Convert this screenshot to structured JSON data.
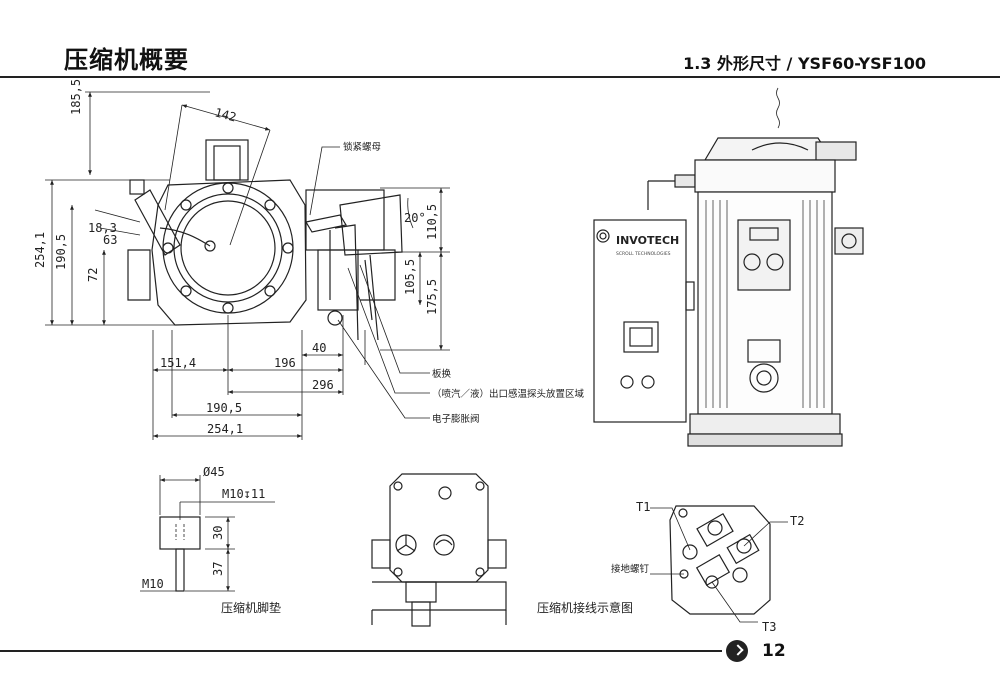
{
  "header": {
    "page_title": "压缩机概要",
    "section_title": "1.3 外形尺寸 / YSF60-YSF100"
  },
  "front_view": {
    "dims": {
      "d185_5": "185,5",
      "d142": "142",
      "d254_1_left": "254,1",
      "d190_5_left": "190,5",
      "d72": "72",
      "d18_3": "18,3",
      "d63": "63",
      "d151_4": "151,4",
      "d196": "196",
      "d296": "296",
      "d190_5_bottom": "190,5",
      "d254_1_bottom": "254,1",
      "d40": "40"
    }
  },
  "side_view": {
    "dims": {
      "angle20": "20°",
      "d110_5": "110,5",
      "d105_5": "105,5",
      "d175_5": "175,5"
    },
    "labels": {
      "lock_nut": "锁紧螺母",
      "plate": "板换",
      "sensor_zone": "（喷汽／液）出口感温探头放置区域",
      "exv": "电子膨胀阀"
    }
  },
  "product_view": {
    "brand": "INVOTECH",
    "brand_sub": "SCROLL TECHNOLOGIES"
  },
  "foot_detail": {
    "d_phi45": "Ø45",
    "d_m10_11": "M10↧11",
    "d30": "30",
    "d37": "37",
    "d_m10": "M10",
    "caption": "压缩机脚垫"
  },
  "wiring": {
    "t1": "T1",
    "t2": "T2",
    "t3": "T3",
    "ground_screw": "接地螺钉",
    "caption": "压缩机接线示意图"
  },
  "footer": {
    "page_number": "12"
  }
}
